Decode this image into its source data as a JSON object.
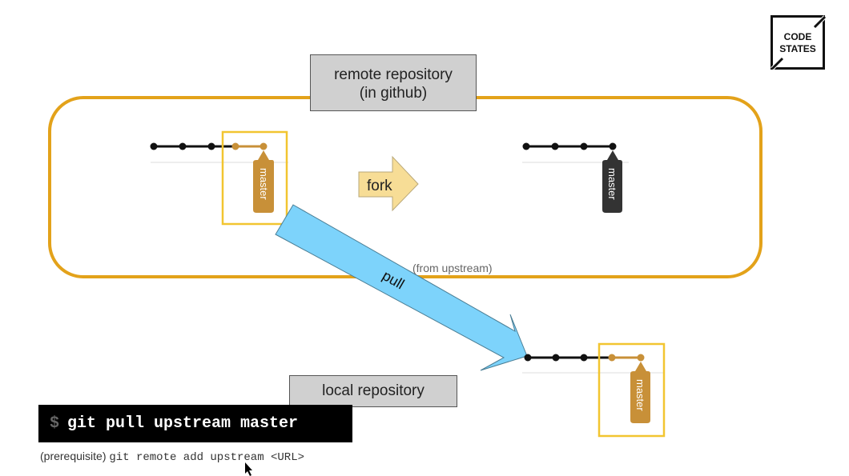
{
  "logo": {
    "line1": "CODE",
    "line2": "STATES"
  },
  "remote": {
    "title_line1": "remote repository",
    "title_line2": "(in github)"
  },
  "local": {
    "title": "local repository"
  },
  "fork_label": "fork",
  "pull_label": "pull",
  "from_upstream_label": "(from upstream)",
  "branch_label": "master",
  "repos": {
    "upstream": {
      "base_commits": 3,
      "new_commits": 2
    },
    "fork": {
      "base_commits": 4,
      "new_commits": 0
    },
    "local": {
      "base_commits": 3,
      "new_commits": 2
    }
  },
  "command": {
    "prompt": "$",
    "text": "git pull upstream master"
  },
  "prerequisite": {
    "label": "(prerequisite)",
    "command": "git remote add upstream <URL>"
  },
  "colors": {
    "frame": "#e3a21a",
    "highlight": "#f2c530",
    "new_commit": "#c89038",
    "fork_arrow": "#f7dd96",
    "pull_arrow": "#7dd3fb",
    "label_bg": "#d0d0d0"
  }
}
